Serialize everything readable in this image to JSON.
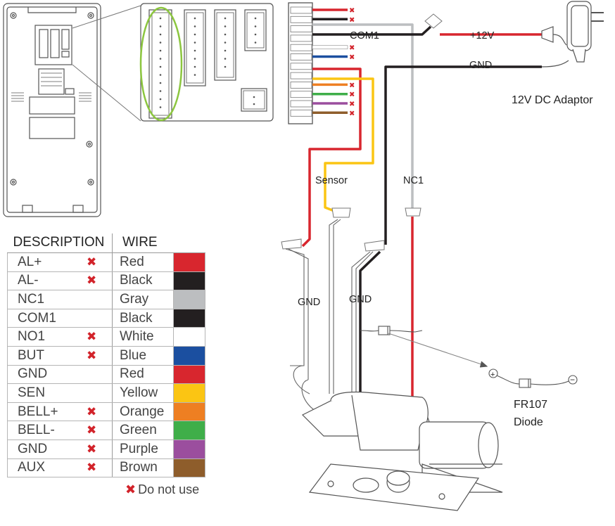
{
  "labels": {
    "com1": "COM1",
    "plus12v": "+12V",
    "gnd_top": "GND",
    "adaptor": "12V DC Adaptor",
    "sensor": "Sensor",
    "nc1": "NC1",
    "gnd_left": "GND",
    "gnd_mid": "GND",
    "diode_name": "FR107",
    "diode_word": "Diode",
    "diode_plus": "+",
    "diode_minus": "−"
  },
  "table": {
    "header_description": "DESCRIPTION",
    "header_wire": "WIRE",
    "rows": [
      {
        "description": "AL+",
        "do_not_use": true,
        "wire": "Red",
        "color": "#d8262e"
      },
      {
        "description": "AL-",
        "do_not_use": true,
        "wire": "Black",
        "color": "#231f20"
      },
      {
        "description": "NC1",
        "do_not_use": false,
        "wire": "Gray",
        "color": "#bcbec0"
      },
      {
        "description": "COM1",
        "do_not_use": false,
        "wire": "Black",
        "color": "#231f20"
      },
      {
        "description": "NO1",
        "do_not_use": true,
        "wire": "White",
        "color": "#ffffff"
      },
      {
        "description": "BUT",
        "do_not_use": true,
        "wire": "Blue",
        "color": "#1b4fa0"
      },
      {
        "description": "GND",
        "do_not_use": false,
        "wire": "Red",
        "color": "#d8262e"
      },
      {
        "description": "SEN",
        "do_not_use": false,
        "wire": "Yellow",
        "color": "#fbc513"
      },
      {
        "description": "BELL+",
        "do_not_use": true,
        "wire": "Orange",
        "color": "#ee7f22"
      },
      {
        "description": "BELL-",
        "do_not_use": true,
        "wire": "Green",
        "color": "#3fae49"
      },
      {
        "description": "GND",
        "do_not_use": true,
        "wire": "Purple",
        "color": "#9b4e9e"
      },
      {
        "description": "AUX",
        "do_not_use": true,
        "wire": "Brown",
        "color": "#8e5d2b"
      }
    ],
    "x_mark": "✖",
    "note": "Do not use"
  },
  "colors": {
    "red": "#d8262e",
    "black": "#231f20",
    "gray": "#bcbec0",
    "yellow": "#fbc513",
    "blue": "#1b4fa0",
    "orange": "#ee7f22",
    "green": "#3fae49",
    "purple": "#9b4e9e",
    "brown": "#8e5d2b",
    "outline": "#555555",
    "highlight": "#8cc63f"
  }
}
